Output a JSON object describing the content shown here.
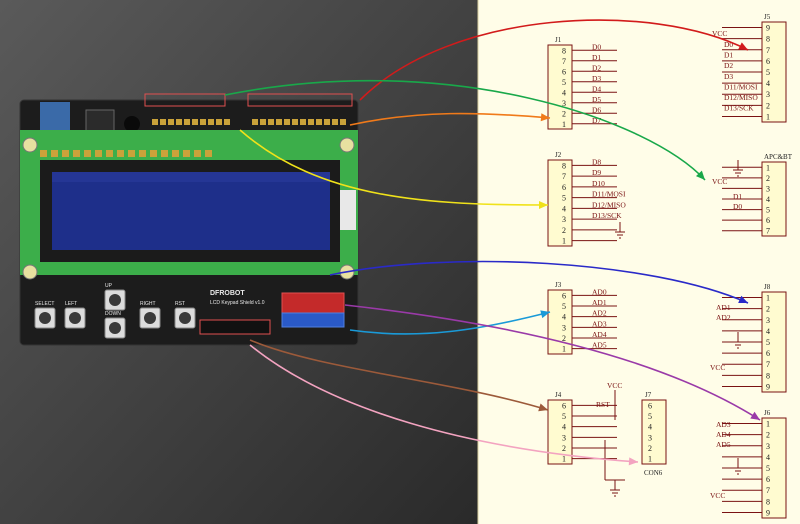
{
  "colors": {
    "schematic_bg": "#fffde8",
    "board": "#1c1c1c",
    "lcd_pcb": "#3cae4a",
    "lcd_screen": "#1e2f8a",
    "arrows": [
      "#d21b1b",
      "#19a84a",
      "#f07a1a",
      "#f0e21a",
      "#2a2ac8",
      "#1a9ad8",
      "#9a3aa8",
      "#9c5a3a",
      "#f3a3c0"
    ]
  },
  "board": {
    "brand": "DFROBOT",
    "subtitle": "LCD Keypad Shield v1.0",
    "buttons": [
      "SELECT",
      "LEFT",
      "UP",
      "DOWN",
      "RIGHT",
      "RST"
    ]
  },
  "schematic": {
    "J1": {
      "ref": "J1",
      "numbers": [
        "8",
        "7",
        "6",
        "5",
        "4",
        "3",
        "2",
        "1"
      ],
      "pins": [
        "D0",
        "D1",
        "D2",
        "D3",
        "D4",
        "D5",
        "D6",
        "D7"
      ]
    },
    "J2": {
      "ref": "J2",
      "numbers": [
        "8",
        "7",
        "6",
        "5",
        "4",
        "3",
        "2",
        "1"
      ],
      "pins": [
        "D8",
        "D9",
        "D10",
        "D11/MOSI",
        "D12/MISO",
        "D13/SCK"
      ]
    },
    "J3": {
      "ref": "J3",
      "numbers": [
        "6",
        "5",
        "4",
        "3",
        "2",
        "1"
      ],
      "pins": [
        "AD0",
        "AD1",
        "AD2",
        "AD3",
        "AD4",
        "AD5"
      ]
    },
    "J4": {
      "ref": "J4",
      "numbers": [
        "6",
        "5",
        "4",
        "3",
        "2",
        "1"
      ],
      "vcc": "VCC",
      "rst": "RST"
    },
    "J7": {
      "ref": "J7",
      "numbers": [
        "6",
        "5",
        "4",
        "3",
        "2",
        "1"
      ],
      "label": "CON6"
    },
    "J5": {
      "ref": "J5",
      "numbers": [
        "9",
        "8",
        "7",
        "6",
        "5",
        "4",
        "3",
        "2",
        "1"
      ],
      "vcc": "VCC",
      "pins": [
        "D0",
        "D1",
        "D2",
        "D3",
        "D11/MOSI",
        "D12/MISO",
        "D13/SCK"
      ]
    },
    "APC": {
      "ref": "APC&BT",
      "numbers": [
        "1",
        "2",
        "3",
        "4",
        "5",
        "6",
        "7"
      ],
      "vcc": "VCC",
      "pins": [
        "D1",
        "D0"
      ]
    },
    "J8": {
      "ref": "J8",
      "numbers": [
        "1",
        "2",
        "3",
        "4",
        "5",
        "6",
        "7",
        "8",
        "9"
      ],
      "pins": [
        "AD1",
        "AD2"
      ],
      "vcc": "VCC"
    },
    "J6": {
      "ref": "J6",
      "numbers": [
        "1",
        "2",
        "3",
        "4",
        "5",
        "6",
        "7",
        "8",
        "9"
      ],
      "pins": [
        "AD3",
        "AD4",
        "AD5"
      ],
      "vcc": "VCC"
    }
  }
}
